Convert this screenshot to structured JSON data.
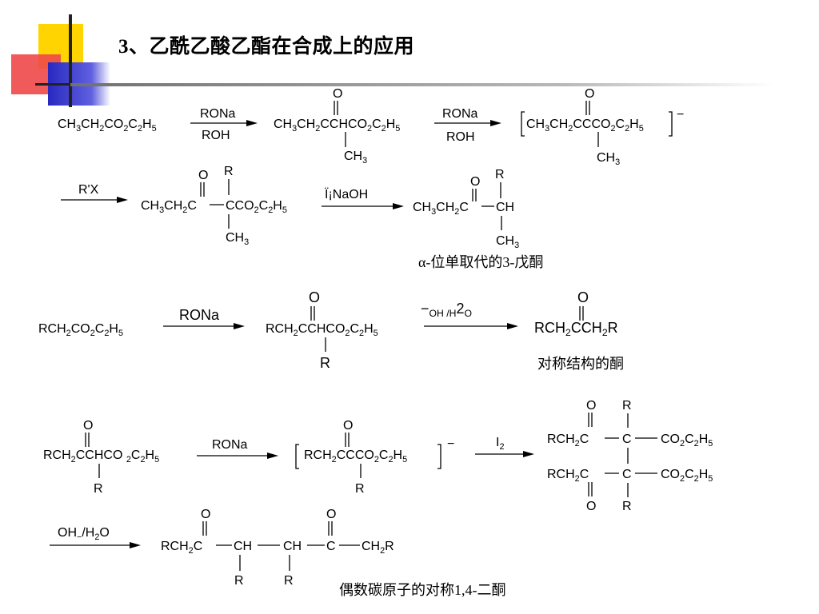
{
  "slide": {
    "title": "3、乙酰乙酸乙酯在合成上的应用",
    "colors": {
      "yellow": "#FFD400",
      "red": "#F04040",
      "blue": "#3030C8",
      "rule": "#909090"
    }
  },
  "scheme1": {
    "reactant": [
      "CH",
      "3",
      "CH",
      "2",
      "CO",
      "2",
      "C",
      "2",
      "H",
      "5"
    ],
    "arrow1": {
      "above": "RONa",
      "below": "ROH"
    },
    "intermediate1": {
      "o": "O",
      "main": [
        "CH",
        "3",
        "CH",
        "2",
        "CCHCO",
        "2",
        "C",
        "2",
        "H",
        "5"
      ],
      "sub": [
        "CH",
        "3"
      ]
    },
    "arrow2": {
      "above": "RONa",
      "below": "ROH"
    },
    "enolate": {
      "o": "O",
      "main": [
        "CH",
        "3",
        "CH",
        "2",
        "CCCO",
        "2",
        "C",
        "2",
        "H",
        "5"
      ],
      "sub": [
        "CH",
        "3"
      ],
      "charge": "−"
    },
    "arrow3": {
      "above": "R'X"
    },
    "alkylated": {
      "o": "O",
      "r": "R",
      "left": [
        "CH",
        "3",
        "CH",
        "2",
        "C"
      ],
      "right": [
        "CCO",
        "2",
        "C",
        "2",
        "H",
        "5"
      ],
      "sub": [
        "CH",
        "3"
      ]
    },
    "arrow4": {
      "above": "Ï¡NaOH"
    },
    "product": {
      "o": "O",
      "r": "R",
      "left": [
        "CH",
        "3",
        "CH",
        "2",
        "C"
      ],
      "right": "CH",
      "sub": [
        "CH",
        "3"
      ]
    },
    "caption": "α-位单取代的3-戊酮"
  },
  "scheme2": {
    "reactant": [
      "RCH",
      "2",
      "CO",
      "2",
      "C",
      "2",
      "H",
      "5"
    ],
    "arrow1": {
      "above": "RONa"
    },
    "intermediate": {
      "o": "O",
      "main": [
        "RCH",
        "2",
        "CCHCO",
        "2",
        "C",
        "2",
        "H",
        "5"
      ],
      "sub": "R"
    },
    "arrow2": {
      "above": [
        "−",
        "OH /H",
        "2",
        "O"
      ]
    },
    "product": {
      "o": "O",
      "main": [
        "RCH",
        "2",
        "CCH",
        "2",
        "R"
      ]
    },
    "caption": "对称结构的酮"
  },
  "scheme3": {
    "reactant": {
      "o": "O",
      "main": [
        "RCH",
        "2",
        "CCHCO ",
        "2",
        "C",
        "2",
        "H",
        "5"
      ],
      "sub": "R"
    },
    "arrow1": {
      "above": "RONa"
    },
    "enolate": {
      "o": "O",
      "main": [
        "RCH",
        "2",
        "CCCO",
        "2",
        "C",
        "2",
        "H",
        "5"
      ],
      "sub": "R",
      "charge": "−"
    },
    "arrow2": {
      "above": [
        "I",
        "2"
      ]
    },
    "dimer": {
      "top": {
        "o": "O",
        "r": "R",
        "left": [
          "RCH",
          "2",
          "C"
        ],
        "center": "C",
        "right": [
          "CO",
          "2",
          "C",
          "2",
          "H",
          "5"
        ]
      },
      "bottom": {
        "o": "O",
        "r": "R",
        "left": [
          "RCH",
          "2",
          "C"
        ],
        "center": "C",
        "right": [
          "CO",
          "2",
          "C",
          "2",
          "H",
          "5"
        ]
      }
    },
    "arrow3": {
      "above": [
        "OH",
        "−",
        "/H",
        "2",
        "O"
      ]
    },
    "product": {
      "o1": "O",
      "o2": "O",
      "r1": "R",
      "r2": "R",
      "parts": [
        [
          "RCH",
          "2",
          "C"
        ],
        "CH",
        "CH",
        "C",
        [
          "CH",
          "2",
          "R"
        ]
      ]
    },
    "caption": "偶数碳原子的对称1,4-二酮"
  }
}
